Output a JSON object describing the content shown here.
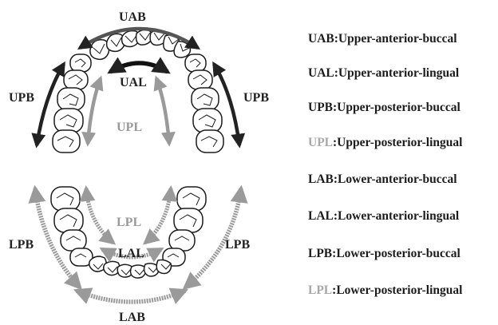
{
  "diagram": {
    "arch_labels": {
      "uab": "UAB",
      "ual": "UAL",
      "upb_left": "UPB",
      "upb_right": "UPB",
      "upl": "UPL",
      "lpl": "LPL",
      "lal": "LAL",
      "lpb_left": "LPB",
      "lpb_right": "LPB",
      "lab": "LAB"
    }
  },
  "legend": {
    "items": [
      {
        "abbr": "UAB",
        "sep": ":",
        "text": "Upper-anterior-buccal",
        "style": "dark"
      },
      {
        "abbr": "UAL",
        "sep": " :",
        "text": "Upper-anterior-lingual",
        "style": "dark"
      },
      {
        "abbr": "UPB",
        "sep": " :",
        "text": "Upper-posterior-buccal",
        "style": "dark"
      },
      {
        "abbr": "UPL",
        "sep": " :",
        "text": "Upper-posterior-lingual",
        "style": "gray"
      },
      {
        "abbr": "LAB",
        "sep": ":",
        "text": "Lower-anterior-buccal",
        "style": "dark"
      },
      {
        "abbr": "LAL",
        "sep": " :",
        "text": "Lower-anterior-lingual",
        "style": "dark"
      },
      {
        "abbr": "LPB",
        "sep": " :",
        "text": "Lower-posterior-buccal",
        "style": "dark"
      },
      {
        "abbr": "LPL",
        "sep": " :",
        "text": "Lower-posterior-lingual",
        "style": "gray"
      }
    ]
  },
  "colors": {
    "dark_arrow": "#222222",
    "gray_arrow": "#9a9a9a",
    "tooth_outline": "#1c1c1c",
    "background": "#ffffff"
  },
  "icons": {
    "teeth": "tooth-outline",
    "arrows": "double-headed-arrow"
  }
}
